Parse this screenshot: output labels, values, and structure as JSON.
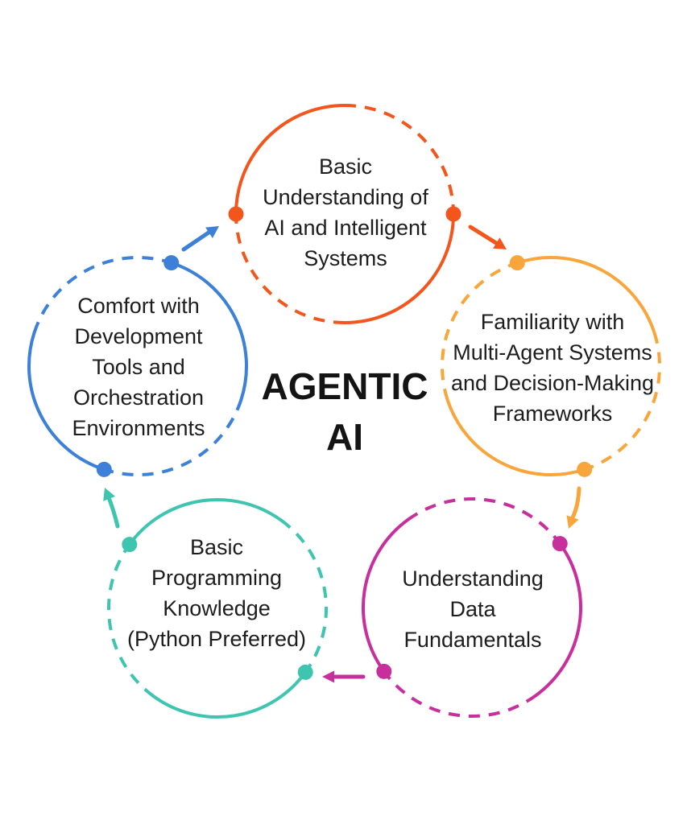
{
  "title": {
    "text": "AGENTIC\nAI"
  },
  "nodes": [
    {
      "id": "ai-basics",
      "label": "Basic\nUnderstanding of\nAI and Intelligent\nSystems",
      "color": "#F2561D"
    },
    {
      "id": "multi-agent-familiarity",
      "label": "Familiarity with\nMulti-Agent Systems\nand Decision-Making\nFrameworks",
      "color": "#F8A53C"
    },
    {
      "id": "data-fundamentals",
      "label": "Understanding\nData\nFundamentals",
      "color": "#C7309C"
    },
    {
      "id": "programming-knowledge",
      "label": "Basic\nProgramming\nKnowledge\n(Python Preferred)",
      "color": "#3FC5AF"
    },
    {
      "id": "dev-tools-comfort",
      "label": "Comfort with\nDevelopment\nTools and\nOrchestration\nEnvironments",
      "color": "#3C80D8"
    }
  ],
  "flow_sequence": [
    "ai-basics",
    "multi-agent-familiarity",
    "data-fundamentals",
    "programming-knowledge",
    "dev-tools-comfort",
    "ai-basics"
  ],
  "background_color": "#FFFFFF",
  "text_color": "#1D1D1D"
}
